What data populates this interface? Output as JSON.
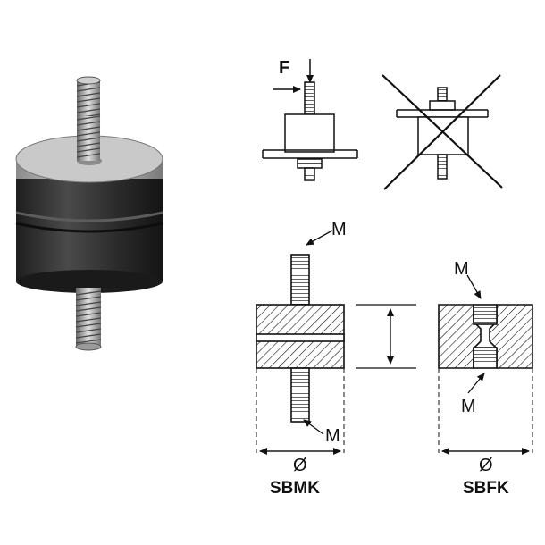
{
  "figure": {
    "force_label": "F",
    "thread_label": "M",
    "diameter_symbol": "Ø",
    "models": {
      "left": "SBMK",
      "right": "SBFK"
    }
  },
  "colors": {
    "ink": "#1a1a1a",
    "rubber": "#2b2b2b",
    "metal_light": "#d8d8d8",
    "metal_dark": "#6e6e6e"
  },
  "icons": [
    "cross-out-icon",
    "force-arrow-icon"
  ]
}
